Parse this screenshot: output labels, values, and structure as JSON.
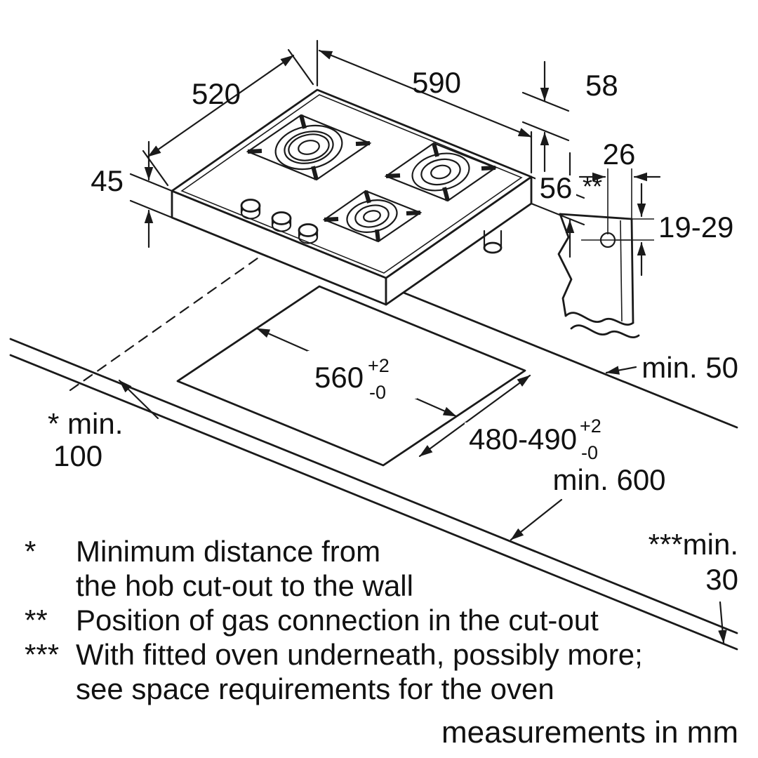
{
  "dims": {
    "hob_depth": "520",
    "hob_width": "590",
    "hob_height_top": "58",
    "hob_height_left": "45",
    "hob_height_right": "56",
    "hob_height_right_ref": "**",
    "gas_offset": "26",
    "gas_height_range": "19-29",
    "cutout_width": "560",
    "cutout_width_tol_plus": "+2",
    "cutout_width_tol_minus": "-0",
    "cutout_depth": "480-490",
    "cutout_depth_tol_plus": "+2",
    "cutout_depth_tol_minus": "-0"
  },
  "clearances": {
    "wall_label": "* min.",
    "wall_value": "100",
    "rear_label": "min. 50",
    "front_label": "min. 600",
    "oven_label": "***min.",
    "oven_value": "30"
  },
  "footnotes": [
    {
      "marker": "*",
      "line1": "Minimum distance from",
      "line2": "the hob cut-out to the wall"
    },
    {
      "marker": "**",
      "line1": "Position of gas connection in the cut-out"
    },
    {
      "marker": "***",
      "line1": "With fitted oven underneath, possibly more;",
      "line2": "see space requirements for the oven"
    }
  ],
  "footer": "measurements in mm"
}
